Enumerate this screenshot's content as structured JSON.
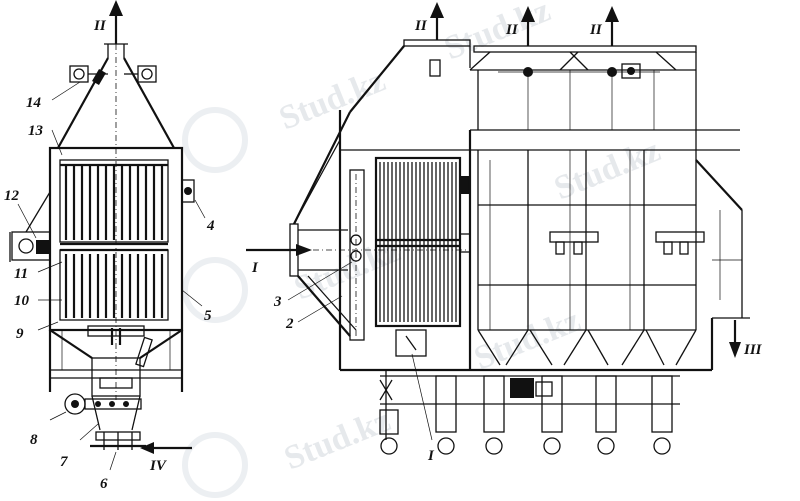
{
  "watermark": {
    "text": "Stud.kz"
  },
  "left_view": {
    "labels": {
      "flow_top": "II",
      "n14": "14",
      "n13": "13",
      "n12": "12",
      "n11": "11",
      "n10": "10",
      "n9": "9",
      "n8": "8",
      "n7": "7",
      "n6": "6",
      "n5": "5",
      "n4": "4",
      "flow_iv": "IV"
    }
  },
  "right_view": {
    "labels": {
      "flow_top_1": "II",
      "flow_top_2": "II",
      "flow_top_3": "II",
      "flow_in": "I",
      "n3": "3",
      "n2": "2",
      "flow_out": "III",
      "bottom_marker": "I"
    }
  }
}
